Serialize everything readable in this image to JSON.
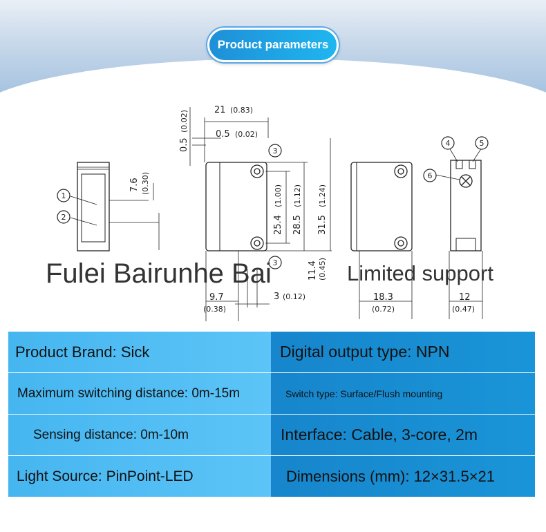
{
  "header": {
    "title": "Product parameters"
  },
  "drawing": {
    "dims": {
      "d21": "21",
      "d21_in": "(0.83)",
      "d05a": "0.5",
      "d05a_in": "(0.02)",
      "d05b": "0.5",
      "d05b_in": "(0.02)",
      "d76": "7.6",
      "d76_in": "(0.30)",
      "d254": "25.4",
      "d254_in": "(1.00)",
      "d285": "28.5",
      "d285_in": "(1.12)",
      "d315": "31.5",
      "d315_in": "(1.24)",
      "d114": "11.4",
      "d114_in": "(0.45)",
      "d97": "9.7",
      "d97_in": "(0.38)",
      "d3": "3",
      "d3_in": "(0.12)",
      "d183": "18.3",
      "d183_in": "(0.72)",
      "d12": "12",
      "d12_in": "(0.47)"
    },
    "callouts": {
      "c1": "1",
      "c2": "2",
      "c3": "3",
      "c3b": "3",
      "c4": "4",
      "c5": "5",
      "c6": "6"
    }
  },
  "overlay": {
    "brand_text": "Fulei Bairunhe Bai",
    "support_text": "Limited support"
  },
  "specs": [
    {
      "left": "Product Brand: Sick",
      "right": "Digital output type: NPN"
    },
    {
      "left": "Maximum switching distance: 0m-15m",
      "right": "Switch type: Surface/Flush mounting"
    },
    {
      "left": "Sensing distance: 0m-10m",
      "right": "Interface: Cable, 3-core, 2m"
    },
    {
      "left": "Light Source: PinPoint-LED",
      "right": "Dimensions (mm): 12×31.5×21"
    }
  ]
}
